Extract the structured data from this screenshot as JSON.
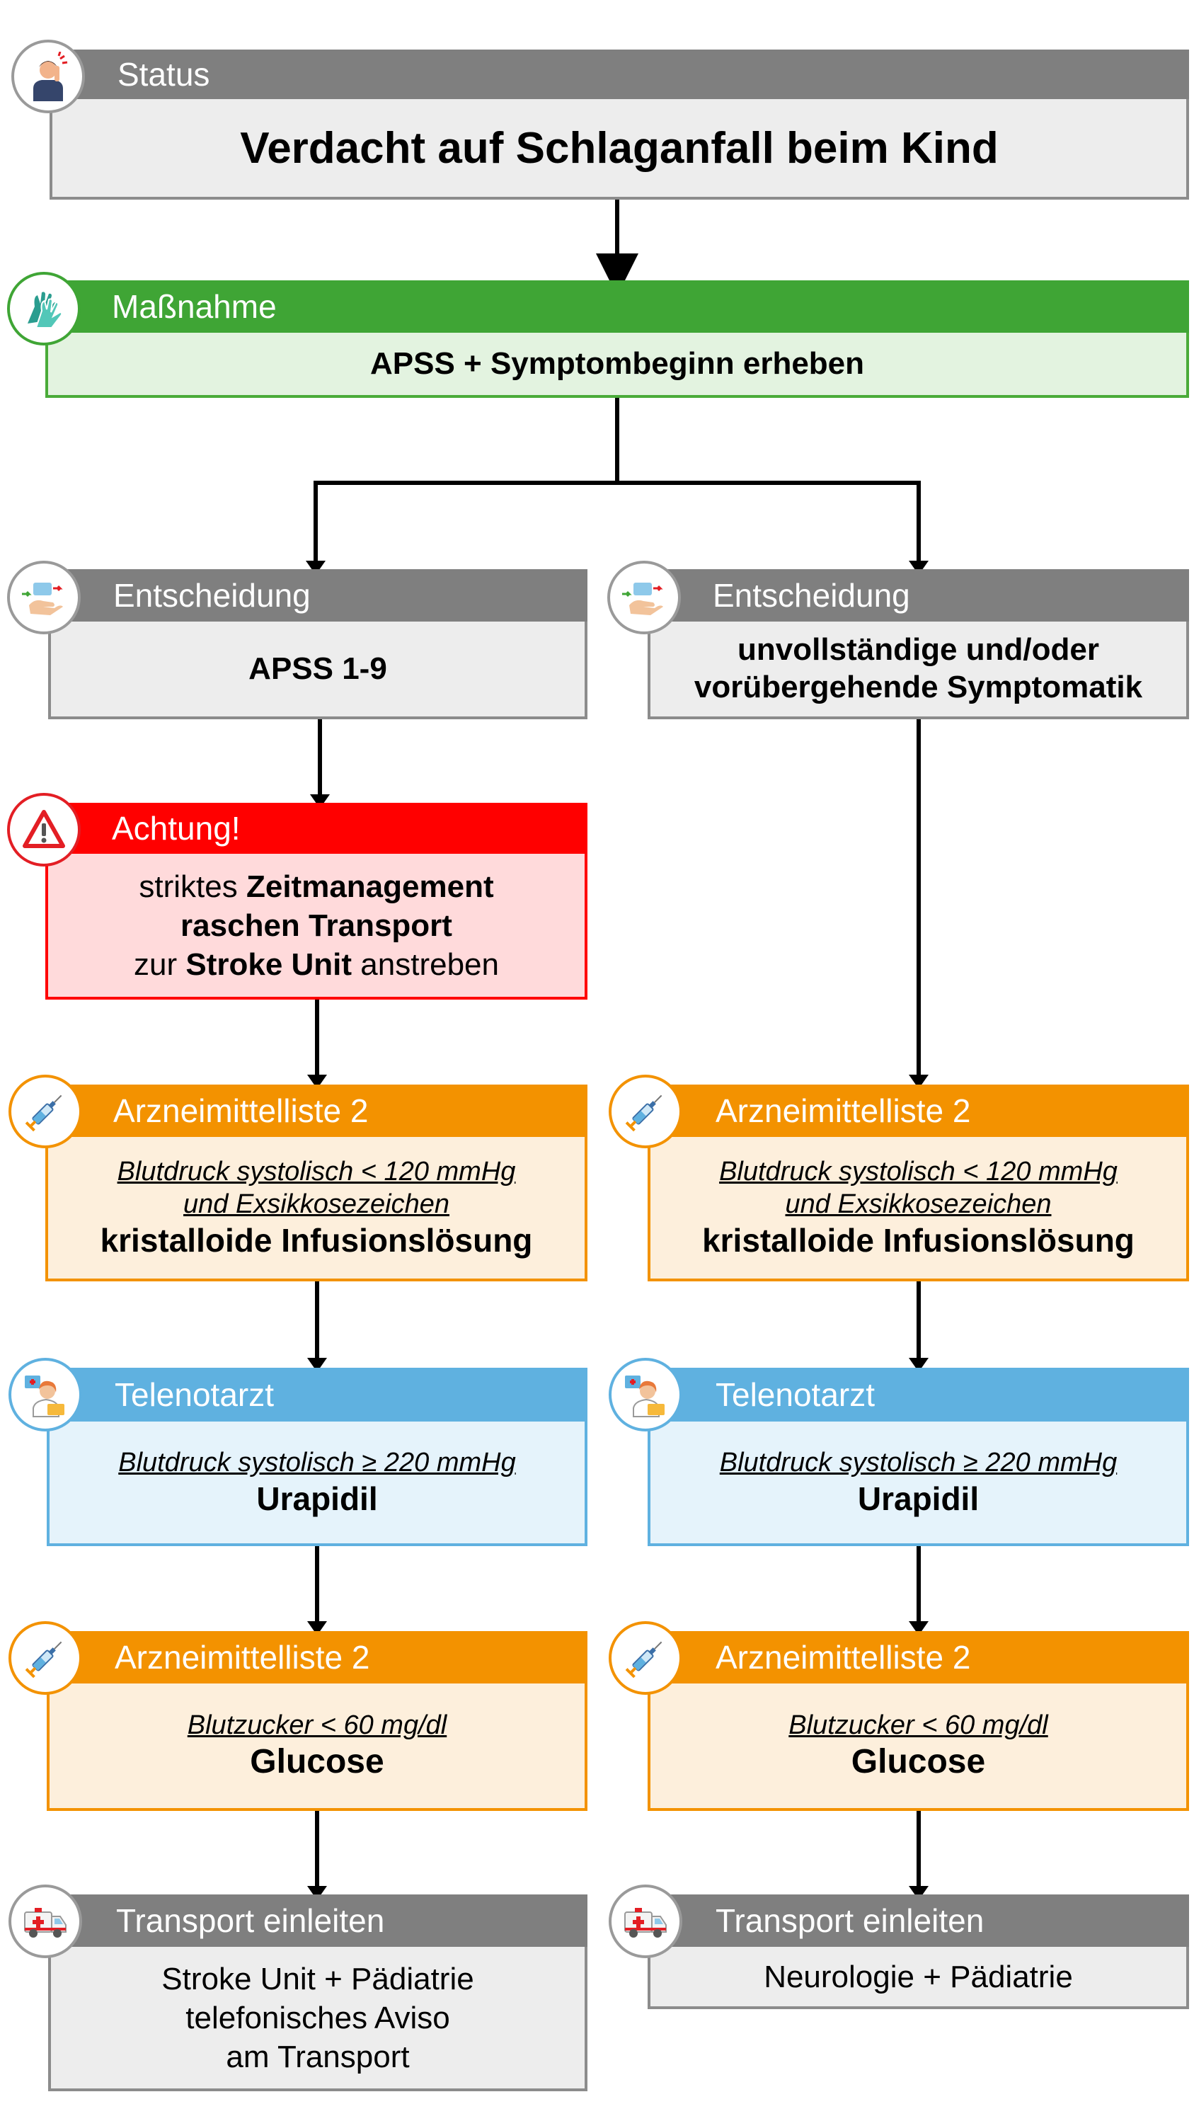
{
  "status": {
    "header": "Status",
    "body": "Verdacht auf Schlaganfall beim Kind"
  },
  "measure": {
    "header": "Maßnahme",
    "body": "APSS + Symptombeginn erheben"
  },
  "left": {
    "decision": {
      "header": "Entscheidung",
      "body": "APSS 1-9"
    },
    "warning": {
      "header": "Achtung!",
      "line1_pre": "striktes ",
      "line1_bold": "Zeitmanagement",
      "line2_bold": "raschen Transport",
      "line3_pre": "zur ",
      "line3_bold": "Stroke Unit",
      "line3_post": " anstreben"
    },
    "med1": {
      "header": "Arzneimittelliste 2",
      "cond1": "Blutdruck systolisch < 120 mmHg",
      "cond2": "und Exsikkosezeichen",
      "drug": "kristalloide Infusionslösung"
    },
    "tele": {
      "header": "Telenotarzt",
      "cond": "Blutdruck systolisch ≥ 220 mmHg",
      "drug": "Urapidil"
    },
    "med2": {
      "header": "Arzneimittelliste 2",
      "cond": "Blutzucker < 60 mg/dl",
      "drug": "Glucose"
    },
    "transport": {
      "header": "Transport einleiten",
      "line1": "Stroke Unit + Pädiatrie",
      "line2": "telefonisches Aviso",
      "line3": "am Transport"
    }
  },
  "right": {
    "decision": {
      "header": "Entscheidung",
      "line1": "unvollständige und/oder",
      "line2": "vorübergehende Symptomatik"
    },
    "med1": {
      "header": "Arzneimittelliste 2",
      "cond1": "Blutdruck systolisch < 120 mmHg",
      "cond2": "und Exsikkosezeichen",
      "drug": "kristalloide Infusionslösung"
    },
    "tele": {
      "header": "Telenotarzt",
      "cond": "Blutdruck systolisch ≥ 220 mmHg",
      "drug": "Urapidil"
    },
    "med2": {
      "header": "Arzneimittelliste 2",
      "cond": "Blutzucker < 60 mg/dl",
      "drug": "Glucose"
    },
    "transport": {
      "header": "Transport einleiten",
      "line1": "Neurologie + Pädiatrie"
    }
  },
  "icons": {
    "status": "patient-headache-icon",
    "measure": "gloves-icon",
    "decision": "decision-hand-icon",
    "warning": "warning-triangle-icon",
    "medication": "syringe-icon",
    "telenotarzt": "doctor-monitor-icon",
    "transport": "ambulance-icon"
  },
  "colors": {
    "grey": "#7f7f7f",
    "green": "#3fa535",
    "red": "#ff0000",
    "orange": "#f39200",
    "blue": "#5fb1e0"
  }
}
